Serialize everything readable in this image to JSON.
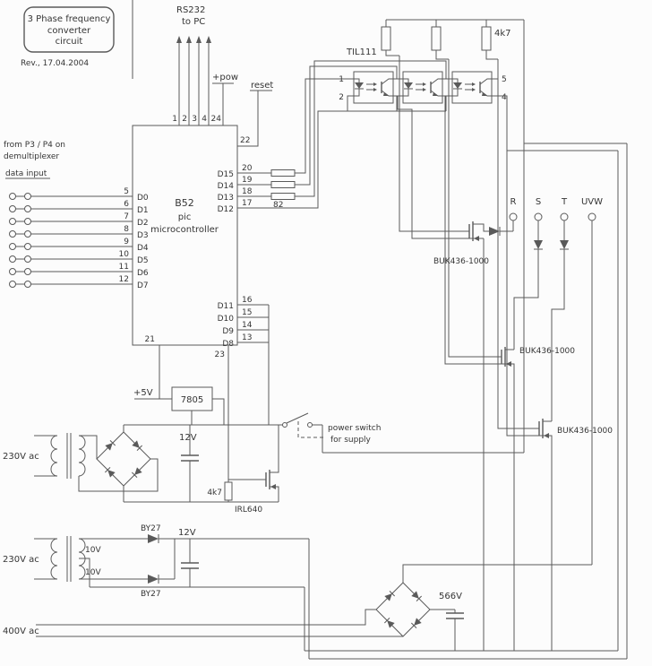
{
  "colors": {
    "line": "#5a5a5a",
    "text": "#353535",
    "background": "#fcfcfc"
  },
  "title_block": {
    "line1": "3 Phase frequency",
    "line2": "converter",
    "line3": "circuit",
    "revision": "Rev., 17.04.2004"
  },
  "rs232": {
    "label": "RS232",
    "sub": "to PC",
    "pins": [
      "1",
      "2",
      "3",
      "4"
    ]
  },
  "mcu": {
    "name": "B52",
    "type": "pic",
    "desc": "microcontroller",
    "pow": "+pow",
    "reset": "reset",
    "pin24": "24",
    "pin22": "22",
    "pin21": "21",
    "pin23": "23"
  },
  "input": {
    "note1": "from P3 / P4 on",
    "note2": "demultiplexer",
    "label": "data input",
    "pins": [
      {
        "num": "5",
        "name": "D0"
      },
      {
        "num": "6",
        "name": "D1"
      },
      {
        "num": "7",
        "name": "D2"
      },
      {
        "num": "8",
        "name": "D3"
      },
      {
        "num": "9",
        "name": "D4"
      },
      {
        "num": "10",
        "name": "D5"
      },
      {
        "num": "11",
        "name": "D6"
      },
      {
        "num": "12",
        "name": "D7"
      }
    ]
  },
  "data_bus": {
    "resistor": "82",
    "upper": [
      {
        "name": "D15",
        "num": "20"
      },
      {
        "name": "D14",
        "num": "19"
      },
      {
        "name": "D13",
        "num": "18"
      },
      {
        "name": "D12",
        "num": "17"
      }
    ],
    "lower": [
      {
        "name": "D11",
        "num": "16"
      },
      {
        "name": "D10",
        "num": "15"
      },
      {
        "name": "D9",
        "num": "14"
      },
      {
        "name": "D8",
        "num": "13"
      }
    ]
  },
  "opto": {
    "part": "TIL111",
    "pullup": "4k7",
    "pin1": "1",
    "pin2": "2",
    "pin5": "5",
    "pin4": "4"
  },
  "output": {
    "phase_r": "R",
    "phase_s": "S",
    "phase_t": "T",
    "bus": "UVW",
    "q1": "BUK436-1000",
    "q2": "BUK436-1000",
    "q3": "BUK436-1000"
  },
  "psu_logic": {
    "ac": "230V ac",
    "regulator": "7805",
    "vout": "+5V",
    "vrail": "12V",
    "pulldown": "4k7",
    "mosfet": "IRL640",
    "switch_line1": "power switch",
    "switch_line2": "for supply"
  },
  "psu_drive": {
    "ac": "230V ac",
    "tap1": "10V",
    "tap2": "10V",
    "diode1": "BY27",
    "diode2": "BY27",
    "vrail": "12V"
  },
  "psu_power": {
    "ac": "400V ac",
    "bus_cap": "566V"
  }
}
